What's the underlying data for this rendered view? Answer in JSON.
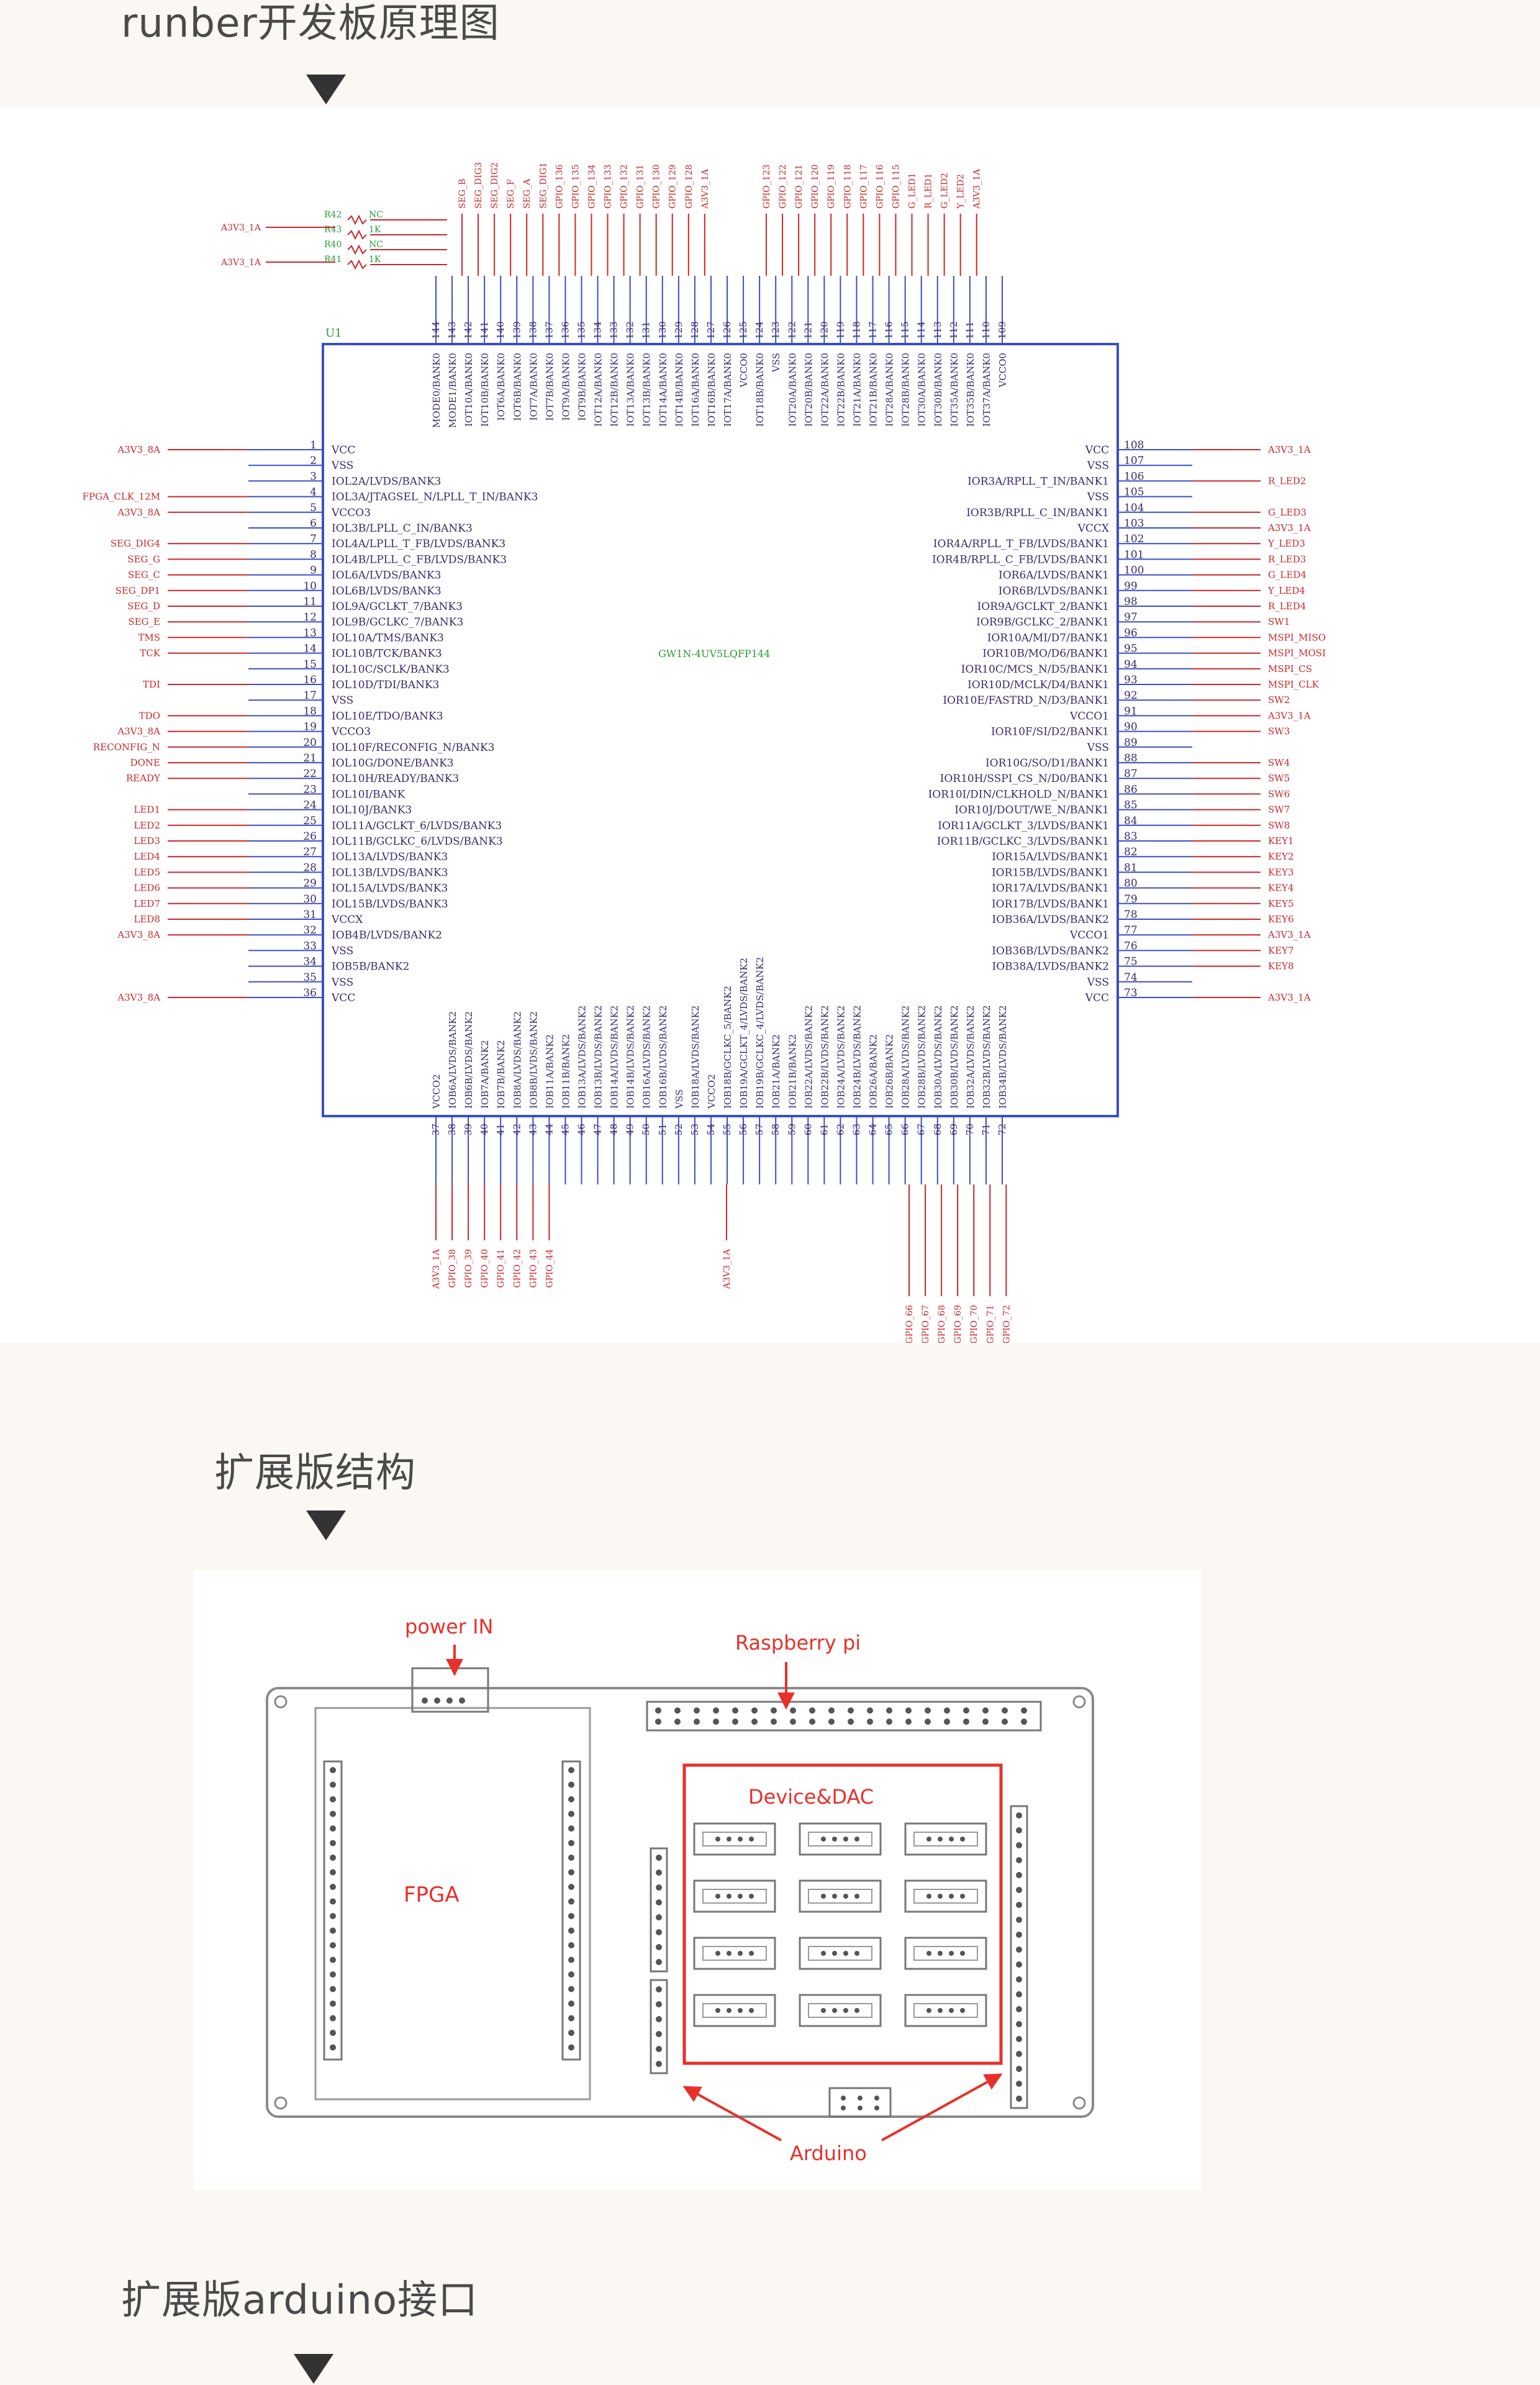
{
  "sections": [
    {
      "title": "runber开发板原理图"
    },
    {
      "title": "扩展版结构"
    },
    {
      "title": "扩展版arduino接口"
    }
  ],
  "schematic": {
    "chip_ref": "U1",
    "chip_part": "GW1N-4UV5LQFP144",
    "top_net_labels": [
      "SEG_B",
      "SEG_DIG3",
      "SEG_DIG2",
      "SEG_F",
      "SEG_A",
      "SEG_DIG1",
      "GPIO_136",
      "GPIO_135",
      "GPIO_134",
      "GPIO_133",
      "GPIO_132",
      "GPIO_131",
      "GPIO_130",
      "GPIO_129",
      "GPIO_128",
      "A3V3_1A",
      "GPIO_123",
      "GPIO_122",
      "GPIO_121",
      "GPIO_120",
      "GPIO_119",
      "GPIO_118",
      "GPIO_117",
      "GPIO_116",
      "GPIO_115",
      "G_LED1",
      "R_LED1",
      "G_LED2",
      "Y_LED2",
      "A3V3_1A"
    ],
    "top_pin_numbers": [
      "144",
      "143",
      "142",
      "141",
      "140",
      "139",
      "138",
      "137",
      "136",
      "135",
      "134",
      "133",
      "132",
      "131",
      "130",
      "129",
      "128",
      "127",
      "126",
      "125",
      "124",
      "123",
      "122",
      "121",
      "120",
      "119",
      "118",
      "117",
      "116",
      "115",
      "114",
      "113",
      "112",
      "111",
      "110",
      "109"
    ],
    "top_pin_names": [
      "MODE0/BANK0",
      "MODE1/BANK0",
      "IOT10A/BANK0",
      "IOT10B/BANK0",
      "IOT6A/BANK0",
      "IOT6B/BANK0",
      "IOT7A/BANK0",
      "IOT7B/BANK0",
      "IOT9A/BANK0",
      "IOT9B/BANK0",
      "IOT12A/BANK0",
      "IOT12B/BANK0",
      "IOT13A/BANK0",
      "IOT13B/BANK0",
      "IOT14A/BANK0",
      "IOT14B/BANK0",
      "IOT16A/BANK0",
      "IOT16B/BANK0",
      "IOT17A/BANK0",
      "VCCO0",
      "IOT18B/BANK0",
      "VSS",
      "IOT20A/BANK0",
      "IOT20B/BANK0",
      "IOT22A/BANK0",
      "IOT22B/BANK0",
      "IOT21A/BANK0",
      "IOT21B/BANK0",
      "IOT28A/BANK0",
      "IOT28B/BANK0",
      "IOT30A/BANK0",
      "IOT30B/BANK0",
      "IOT35A/BANK0",
      "IOT35B/BANK0",
      "IOT37A/BANK0",
      "VCCO0"
    ],
    "top_resistors": [
      {
        "ref": "R42",
        "val": "NC"
      },
      {
        "ref": "R43",
        "val": "1K"
      },
      {
        "ref": "R40",
        "val": "NC"
      },
      {
        "ref": "R41",
        "val": "1K"
      }
    ],
    "top_left_nets": [
      "A3V3_1A",
      "A3V3_1A"
    ],
    "left_pin_numbers": [
      "1",
      "2",
      "3",
      "4",
      "5",
      "6",
      "7",
      "8",
      "9",
      "10",
      "11",
      "12",
      "13",
      "14",
      "15",
      "16",
      "17",
      "18",
      "19",
      "20",
      "21",
      "22",
      "23",
      "24",
      "25",
      "26",
      "27",
      "28",
      "29",
      "30",
      "31",
      "32",
      "33",
      "34",
      "35",
      "36"
    ],
    "left_pin_names": [
      "VCC",
      "VSS",
      "IOL2A/LVDS/BANK3",
      "IOL3A/JTAGSEL_N/LPLL_T_IN/BANK3",
      "VCCO3",
      "IOL3B/LPLL_C_IN/BANK3",
      "IOL4A/LPLL_T_FB/LVDS/BANK3",
      "IOL4B/LPLL_C_FB/LVDS/BANK3",
      "IOL6A/LVDS/BANK3",
      "IOL6B/LVDS/BANK3",
      "IOL9A/GCLKT_7/BANK3",
      "IOL9B/GCLKC_7/BANK3",
      "IOL10A/TMS/BANK3",
      "IOL10B/TCK/BANK3",
      "IOL10C/SCLK/BANK3",
      "IOL10D/TDI/BANK3",
      "VSS",
      "IOL10E/TDO/BANK3",
      "VCCO3",
      "IOL10F/RECONFIG_N/BANK3",
      "IOL10G/DONE/BANK3",
      "IOL10H/READY/BANK3",
      "IOL10I/BANK",
      "IOL10J/BANK3",
      "IOL11A/GCLKT_6/LVDS/BANK3",
      "IOL11B/GCLKC_6/LVDS/BANK3",
      "IOL13A/LVDS/BANK3",
      "IOL13B/LVDS/BANK3",
      "IOL15A/LVDS/BANK3",
      "IOL15B/LVDS/BANK3",
      "VCCX",
      "IOB4B/LVDS/BANK2",
      "VSS",
      "IOB5B/BANK2",
      "VSS",
      "VCC"
    ],
    "left_net_labels": [
      {
        "pin": 1,
        "net": "A3V3_8A"
      },
      {
        "pin": 4,
        "net": "FPGA_CLK_12M"
      },
      {
        "pin": 5,
        "net": "A3V3_8A"
      },
      {
        "pin": 7,
        "net": "SEG_DIG4"
      },
      {
        "pin": 8,
        "net": "SEG_G"
      },
      {
        "pin": 9,
        "net": "SEG_C"
      },
      {
        "pin": 10,
        "net": "SEG_DP1"
      },
      {
        "pin": 11,
        "net": "SEG_D"
      },
      {
        "pin": 12,
        "net": "SEG_E"
      },
      {
        "pin": 13,
        "net": "TMS"
      },
      {
        "pin": 14,
        "net": "TCK"
      },
      {
        "pin": 16,
        "net": "TDI"
      },
      {
        "pin": 18,
        "net": "TDO"
      },
      {
        "pin": 19,
        "net": "A3V3_8A"
      },
      {
        "pin": 20,
        "net": "RECONFIG_N"
      },
      {
        "pin": 21,
        "net": "DONE"
      },
      {
        "pin": 22,
        "net": "READY"
      },
      {
        "pin": 24,
        "net": "LED1"
      },
      {
        "pin": 25,
        "net": "LED2"
      },
      {
        "pin": 26,
        "net": "LED3"
      },
      {
        "pin": 27,
        "net": "LED4"
      },
      {
        "pin": 28,
        "net": "LED5"
      },
      {
        "pin": 29,
        "net": "LED6"
      },
      {
        "pin": 30,
        "net": "LED7"
      },
      {
        "pin": 31,
        "net": "LED8"
      },
      {
        "pin": 32,
        "net": "A3V3_8A"
      },
      {
        "pin": 36,
        "net": "A3V3_8A"
      }
    ],
    "right_pin_numbers": [
      "108",
      "107",
      "106",
      "105",
      "104",
      "103",
      "102",
      "101",
      "100",
      "99",
      "98",
      "97",
      "96",
      "95",
      "94",
      "93",
      "92",
      "91",
      "90",
      "89",
      "88",
      "87",
      "86",
      "85",
      "84",
      "83",
      "82",
      "81",
      "80",
      "79",
      "78",
      "77",
      "76",
      "75",
      "74",
      "73"
    ],
    "right_pin_names": [
      "VCC",
      "VSS",
      "IOR3A/RPLL_T_IN/BANK1",
      "VSS",
      "IOR3B/RPLL_C_IN/BANK1",
      "VCCX",
      "IOR4A/RPLL_T_FB/LVDS/BANK1",
      "IOR4B/RPLL_C_FB/LVDS/BANK1",
      "IOR6A/LVDS/BANK1",
      "IOR6B/LVDS/BANK1",
      "IOR9A/GCLKT_2/BANK1",
      "IOR9B/GCLKC_2/BANK1",
      "IOR10A/MI/D7/BANK1",
      "IOR10B/MO/D6/BANK1",
      "IOR10C/MCS_N/D5/BANK1",
      "IOR10D/MCLK/D4/BANK1",
      "IOR10E/FASTRD_N/D3/BANK1",
      "VCCO1",
      "IOR10F/SI/D2/BANK1",
      "VSS",
      "IOR10G/SO/D1/BANK1",
      "IOR10H/SSPI_CS_N/D0/BANK1",
      "IOR10I/DIN/CLKHOLD_N/BANK1",
      "IOR10J/DOUT/WE_N/BANK1",
      "IOR11A/GCLKT_3/LVDS/BANK1",
      "IOR11B/GCLKC_3/LVDS/BANK1",
      "IOR15A/LVDS/BANK1",
      "IOR15B/LVDS/BANK1",
      "IOR17A/LVDS/BANK1",
      "IOR17B/LVDS/BANK1",
      "IOB36A/LVDS/BANK2",
      "VCCO1",
      "IOB36B/LVDS/BANK2",
      "IOB38A/LVDS/BANK2",
      "VSS",
      "VCC"
    ],
    "right_net_labels": [
      {
        "pin": 108,
        "net": "A3V3_1A"
      },
      {
        "pin": 106,
        "net": "R_LED2"
      },
      {
        "pin": 104,
        "net": "G_LED3"
      },
      {
        "pin": 103,
        "net": "A3V3_1A"
      },
      {
        "pin": 102,
        "net": "Y_LED3"
      },
      {
        "pin": 101,
        "net": "R_LED3"
      },
      {
        "pin": 100,
        "net": "G_LED4"
      },
      {
        "pin": 99,
        "net": "Y_LED4"
      },
      {
        "pin": 98,
        "net": "R_LED4"
      },
      {
        "pin": 97,
        "net": "SW1"
      },
      {
        "pin": 96,
        "net": "MSPI_MISO"
      },
      {
        "pin": 95,
        "net": "MSPI_MOSI"
      },
      {
        "pin": 94,
        "net": "MSPI_CS"
      },
      {
        "pin": 93,
        "net": "MSPI_CLK"
      },
      {
        "pin": 92,
        "net": "SW2"
      },
      {
        "pin": 91,
        "net": "A3V3_1A"
      },
      {
        "pin": 90,
        "net": "SW3"
      },
      {
        "pin": 88,
        "net": "SW4"
      },
      {
        "pin": 87,
        "net": "SW5"
      },
      {
        "pin": 86,
        "net": "SW6"
      },
      {
        "pin": 85,
        "net": "SW7"
      },
      {
        "pin": 84,
        "net": "SW8"
      },
      {
        "pin": 83,
        "net": "KEY1"
      },
      {
        "pin": 82,
        "net": "KEY2"
      },
      {
        "pin": 81,
        "net": "KEY3"
      },
      {
        "pin": 80,
        "net": "KEY4"
      },
      {
        "pin": 79,
        "net": "KEY5"
      },
      {
        "pin": 78,
        "net": "KEY6"
      },
      {
        "pin": 77,
        "net": "A3V3_1A"
      },
      {
        "pin": 76,
        "net": "KEY7"
      },
      {
        "pin": 75,
        "net": "KEY8"
      },
      {
        "pin": 73,
        "net": "A3V3_1A"
      }
    ],
    "bottom_pin_numbers": [
      "37",
      "38",
      "39",
      "40",
      "41",
      "42",
      "43",
      "44",
      "45",
      "46",
      "47",
      "48",
      "49",
      "50",
      "51",
      "52",
      "53",
      "54",
      "55",
      "56",
      "57",
      "58",
      "59",
      "60",
      "61",
      "62",
      "63",
      "64",
      "65",
      "66",
      "67",
      "68",
      "69",
      "70",
      "71",
      "72"
    ],
    "bottom_pin_names": [
      "VCCO2",
      "IOB6A/LVDS/BANK2",
      "IOB6B/LVDS/BANK2",
      "IOB7A/BANK2",
      "IOB7B/BANK2",
      "IOB8A/LVDS/BANK2",
      "IOB8B/LVDS/BANK2",
      "IOB11A/BANK2",
      "IOB11B/BANK2",
      "IOB13A/LVDS/BANK2",
      "IOB13B/LVDS/BANK2",
      "IOB14A/LVDS/BANK2",
      "IOB14B/LVDS/BANK2",
      "IOB16A/LVDS/BANK2",
      "IOB16B/LVDS/BANK2",
      "VSS",
      "IOB18A/LVDS/BANK2",
      "VCCO2",
      "IOB18B/GCLKC_5/BANK2",
      "IOB19A/GCLKT_4/LVDS/BANK2",
      "IOB19B/GCLKC_4/LVDS/BANK2",
      "IOB21A/BANK2",
      "IOB21B/BANK2",
      "IOB22A/LVDS/BANK2",
      "IOB22B/LVDS/BANK2",
      "IOB24A/LVDS/BANK2",
      "IOB24B/LVDS/BANK2",
      "IOB26A/BANK2",
      "IOB26B/BANK2",
      "IOB28A/LVDS/BANK2",
      "IOB28B/LVDS/BANK2",
      "IOB30A/LVDS/BANK2",
      "IOB30B/LVDS/BANK2",
      "IOB32A/LVDS/BANK2",
      "IOB32B/LVDS/BANK2",
      "IOB34B/LVDS/BANK2"
    ],
    "bottom_left_nets": [
      "A3V3_1A",
      "GPIO_38",
      "GPIO_39",
      "GPIO_40",
      "GPIO_41",
      "GPIO_42",
      "GPIO_43",
      "GPIO_44"
    ],
    "bottom_mid_net": "A3V3_1A",
    "bottom_right_nets": [
      "GPIO_66",
      "GPIO_67",
      "GPIO_68",
      "GPIO_69",
      "GPIO_70",
      "GPIO_71",
      "GPIO_72"
    ]
  },
  "expansion_board": {
    "labels": {
      "power_in": "power IN",
      "raspberry_pi": "Raspberry pi",
      "device_dac": "Device&DAC",
      "fpga": "FPGA",
      "arduino": "Arduino"
    },
    "colors": {
      "accent": "#e8302a",
      "outline": "#888888"
    }
  }
}
